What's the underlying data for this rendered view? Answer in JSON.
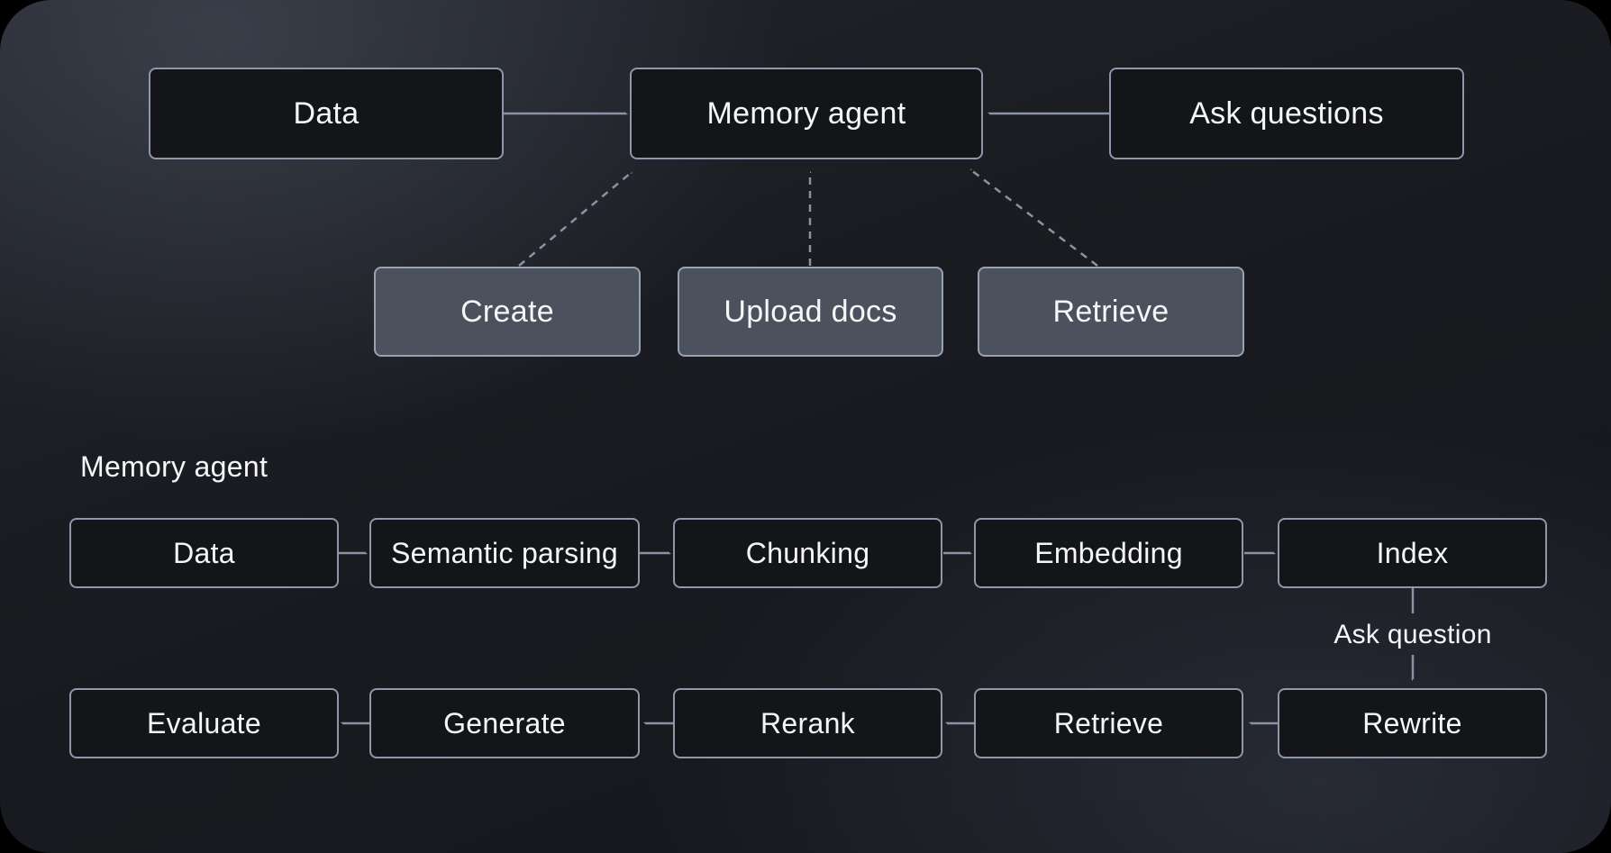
{
  "colors": {
    "outer_background": "#000000",
    "canvas_background": "#1a1c22",
    "dark_node_fill": "#141519",
    "dark_node_border": "#8f97a8",
    "gray_node_fill": "#4b515d",
    "gray_node_border": "#9aa2b2",
    "connector": "#8a92a4",
    "text": "#f5f6f8"
  },
  "top_flow": {
    "nodes": [
      {
        "id": "data",
        "label": "Data",
        "variant": "dark"
      },
      {
        "id": "memory-agent",
        "label": "Memory agent",
        "variant": "dark"
      },
      {
        "id": "ask-questions",
        "label": "Ask questions",
        "variant": "dark"
      },
      {
        "id": "create",
        "label": "Create",
        "variant": "gray"
      },
      {
        "id": "upload-docs",
        "label": "Upload docs",
        "variant": "gray"
      },
      {
        "id": "retrieve",
        "label": "Retrieve",
        "variant": "gray"
      }
    ],
    "edges": [
      {
        "from": "data",
        "to": "memory-agent",
        "style": "solid"
      },
      {
        "from": "ask-questions",
        "to": "memory-agent",
        "style": "solid"
      },
      {
        "from": "create",
        "to": "memory-agent",
        "style": "dashed"
      },
      {
        "from": "upload-docs",
        "to": "memory-agent",
        "style": "dashed"
      },
      {
        "from": "retrieve",
        "to": "memory-agent",
        "style": "dashed"
      }
    ]
  },
  "pipeline": {
    "section_title": "Memory agent",
    "ingest_row": [
      {
        "label": "Data"
      },
      {
        "label": "Semantic parsing"
      },
      {
        "label": "Chunking"
      },
      {
        "label": "Embedding"
      },
      {
        "label": "Index"
      }
    ],
    "query_row": [
      {
        "label": "Evaluate"
      },
      {
        "label": "Generate"
      },
      {
        "label": "Rerank"
      },
      {
        "label": "Retrieve"
      },
      {
        "label": "Rewrite"
      }
    ],
    "branch_label": "Ask question",
    "ingest_edges": [
      {
        "from": "Data",
        "to": "Semantic parsing"
      },
      {
        "from": "Semantic parsing",
        "to": "Chunking"
      },
      {
        "from": "Chunking",
        "to": "Embedding"
      },
      {
        "from": "Embedding",
        "to": "Index"
      },
      {
        "from": "Index",
        "to": "Rewrite",
        "via_label": "Ask question"
      }
    ],
    "query_edges": [
      {
        "from": "Rewrite",
        "to": "Retrieve"
      },
      {
        "from": "Retrieve",
        "to": "Rerank"
      },
      {
        "from": "Rerank",
        "to": "Generate"
      },
      {
        "from": "Generate",
        "to": "Evaluate"
      }
    ]
  }
}
